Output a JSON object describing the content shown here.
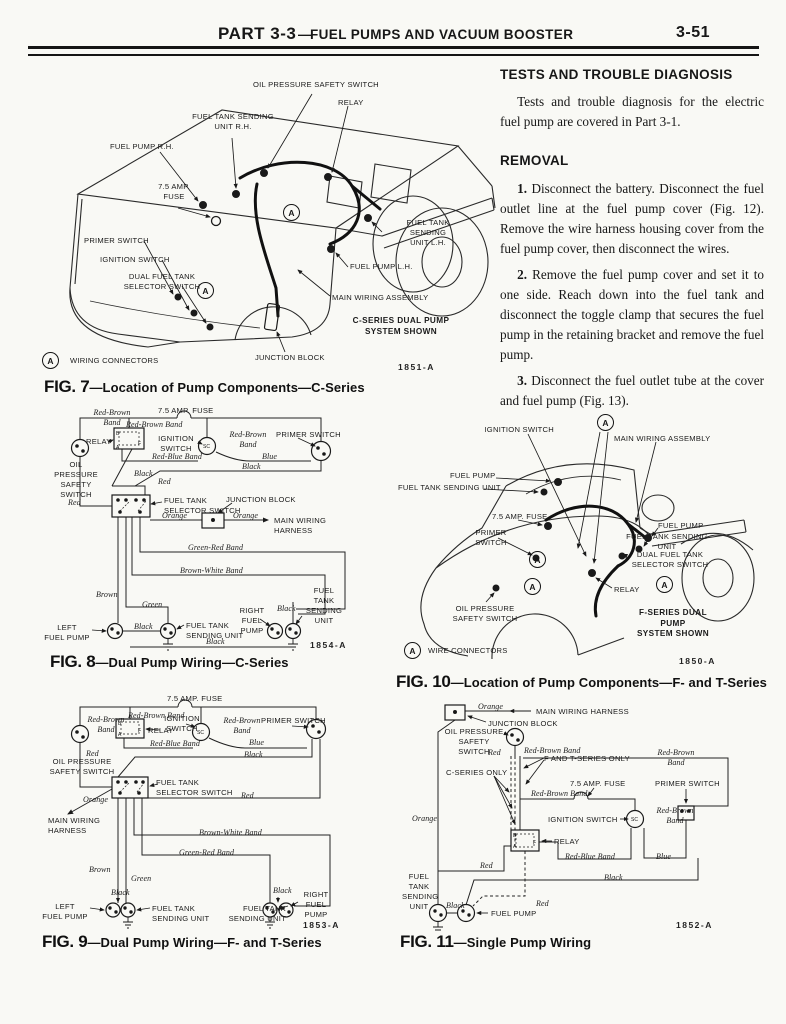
{
  "header": {
    "part": "PART 3-3",
    "dash": "—",
    "title": "FUEL PUMPS AND VACUUM BOOSTER",
    "page": "3-51"
  },
  "text_column": {
    "section1_title": "TESTS AND TROUBLE DIAGNOSIS",
    "section1_para": "Tests and trouble diagnosis for the electric fuel pump are covered in Part 3-1.",
    "section2_title": "REMOVAL",
    "steps": [
      {
        "num": "1.",
        "text": "Disconnect the battery. Disconnect the fuel outlet line at the fuel pump cover (Fig. 12). Remove the wire harness housing cover from the fuel pump cover, then disconnect the wires."
      },
      {
        "num": "2.",
        "text": "Remove the fuel pump cover and set it to one side. Reach down into the fuel tank and disconnect the toggle clamp that secures the fuel pump in the retaining bracket and remove the fuel pump."
      },
      {
        "num": "3.",
        "text": "Disconnect the fuel outlet tube at the cover and fuel pump (Fig. 13)."
      }
    ]
  },
  "fig7": {
    "caption_num": "FIG. 7",
    "caption_title": "—Location of Pump Components—C-Series",
    "code": "1851-A",
    "labels": {
      "oil": "OIL PRESSURE SAFETY SWITCH",
      "relay": "RELAY",
      "sending_rh": "FUEL TANK SENDING\nUNIT R.H.",
      "pump_rh": "FUEL PUMP R.H.",
      "fuse": "7.5 AMP.\nFUSE",
      "primer": "PRIMER SWITCH",
      "ignition": "IGNITION SWITCH",
      "selector": "DUAL FUEL TANK\nSELECTOR SWITCH",
      "sending_lh": "FUEL TANK\nSENDING\nUNIT L.H.",
      "pump_lh": "FUEL PUMP L.H.",
      "main_wiring": "MAIN WIRING ASSEMBLY",
      "note": "C-SERIES DUAL PUMP\nSYSTEM SHOWN",
      "junction": "JUNCTION BLOCK",
      "legend": "WIRING CONNECTORS",
      "a": "A"
    }
  },
  "fig8": {
    "caption_num": "FIG. 8",
    "caption_title": "—Dual Pump Wiring—C-Series",
    "code": "1854-A",
    "labels": {
      "rbb1": "Red-Brown\nBand",
      "fuse": "7.5 AMP. FUSE",
      "rbb2": "Red-Brown Band",
      "relay": "RELAY",
      "ignition": "IGNITION\nSWITCH",
      "rbb3": "Red-Brown\nBand",
      "primer": "PRIMER SWITCH",
      "oil": "OIL\nPRESSURE\nSAFETY\nSWITCH",
      "red_blue": "Red-Blue Band",
      "blue": "Blue",
      "black1": "Black",
      "black2": "Black",
      "red1": "Red",
      "red2": "Red",
      "selector": "FUEL TANK\nSELECTOR SWITCH",
      "junction": "JUNCTION BLOCK",
      "orange1": "Orange",
      "orange2": "Orange",
      "harness": "MAIN WIRING\nHARNESS",
      "green_red": "Green-Red Band",
      "brown_white": "Brown-White Band",
      "brown": "Brown",
      "green": "Green",
      "left_pump": "LEFT\nFUEL PUMP",
      "black3": "Black",
      "sending1": "FUEL TANK\nSENDING UNIT",
      "right_pump": "RIGHT\nFUEL PUMP",
      "black4": "Black",
      "sending2": "FUEL\nTANK\nSENDING\nUNIT",
      "black5": "Black",
      "relay_b": "B",
      "relay_f": "F",
      "relay_a": "A",
      "ignition_sc": "SC"
    }
  },
  "fig9": {
    "caption_num": "FIG. 9",
    "caption_title": "—Dual Pump Wiring—F- and T-Series",
    "code": "1853-A",
    "labels": {
      "fuse": "7.5 AMP. FUSE",
      "rbb1": "Red-Brown Band",
      "rbb2": "Red-Brown\nBand",
      "ignition": "IGNITION\nSWITCH",
      "relay": "RELAY",
      "rbb3": "Red-Brown\nBand",
      "primer": "PRIMER SWITCH",
      "red_blue": "Red-Blue Band",
      "blue": "Blue",
      "red1": "Red",
      "oil": "OIL PRESSURE\nSAFETY SWITCH",
      "black1": "Black",
      "selector": "FUEL TANK\nSELECTOR SWITCH",
      "orange": "Orange",
      "red2": "Red",
      "harness": "MAIN WIRING\nHARNESS",
      "brown_white": "Brown-White Band",
      "green_red": "Green-Red Band",
      "brown": "Brown",
      "green": "Green",
      "black2": "Black",
      "left_pump": "LEFT\nFUEL PUMP",
      "sending1": "FUEL TANK\nSENDING UNIT",
      "sending2": "FUEL TANK\nSENDING UNIT",
      "black3": "Black",
      "right_pump": "RIGHT\nFUEL\nPUMP",
      "relay_b": "B",
      "relay_f": "F",
      "relay_a": "A",
      "ignition_sc": "SC"
    }
  },
  "fig10": {
    "caption_num": "FIG. 10",
    "caption_title": "—Location of Pump Components—F- and T-Series",
    "code": "1850-A",
    "labels": {
      "ignition": "IGNITION SWITCH",
      "main_wiring": "MAIN WIRING ASSEMBLY",
      "pump_l": "FUEL PUMP",
      "sending_l": "FUEL TANK SENDING UNIT",
      "fuse": "7.5 AMP. FUSE",
      "primer": "PRIMER\nSWITCH",
      "pump_r": "FUEL PUMP",
      "sending_r": "FUEL TANK SENDING\nUNIT",
      "selector": "DUAL FUEL TANK\nSELECTOR SWITCH",
      "relay": "RELAY",
      "oil": "OIL PRESSURE\nSAFETY SWITCH",
      "note": "F-SERIES DUAL PUMP\nSYSTEM SHOWN",
      "legend": "WIRE CONNECTORS",
      "a": "A"
    }
  },
  "fig11": {
    "caption_num": "FIG. 11",
    "caption_title": "—Single Pump Wiring",
    "code": "1852-A",
    "labels": {
      "orange1": "Orange",
      "harness": "MAIN WIRING HARNESS",
      "junction": "JUNCTION BLOCK",
      "oil": "OIL PRESSURE\nSAFETY SWITCH",
      "red1": "Red",
      "rbb1": "Red-Brown Band",
      "ft_only": "F AND T-SERIES ONLY",
      "rbb2": "Red-Brown\nBand",
      "c_only": "C-SERIES ONLY",
      "fuse": "7.5 AMP. FUSE",
      "primer": "PRIMER SWITCH",
      "rbb3": "Red-Brown Band",
      "ignition": "IGNITION SWITCH",
      "rbb4": "Red-Brown\nBand",
      "orange2": "Orange",
      "relay": "RELAY",
      "red_blue": "Red-Blue Band",
      "blue": "Blue",
      "red2": "Red",
      "black1": "Black",
      "red3": "Red",
      "sending": "FUEL\nTANK\nSENDING\nUNIT",
      "black2": "Black",
      "pump": "FUEL PUMP",
      "relay_b": "B",
      "relay_f": "F",
      "relay_a": "A",
      "ignition_sc": "SC"
    }
  }
}
